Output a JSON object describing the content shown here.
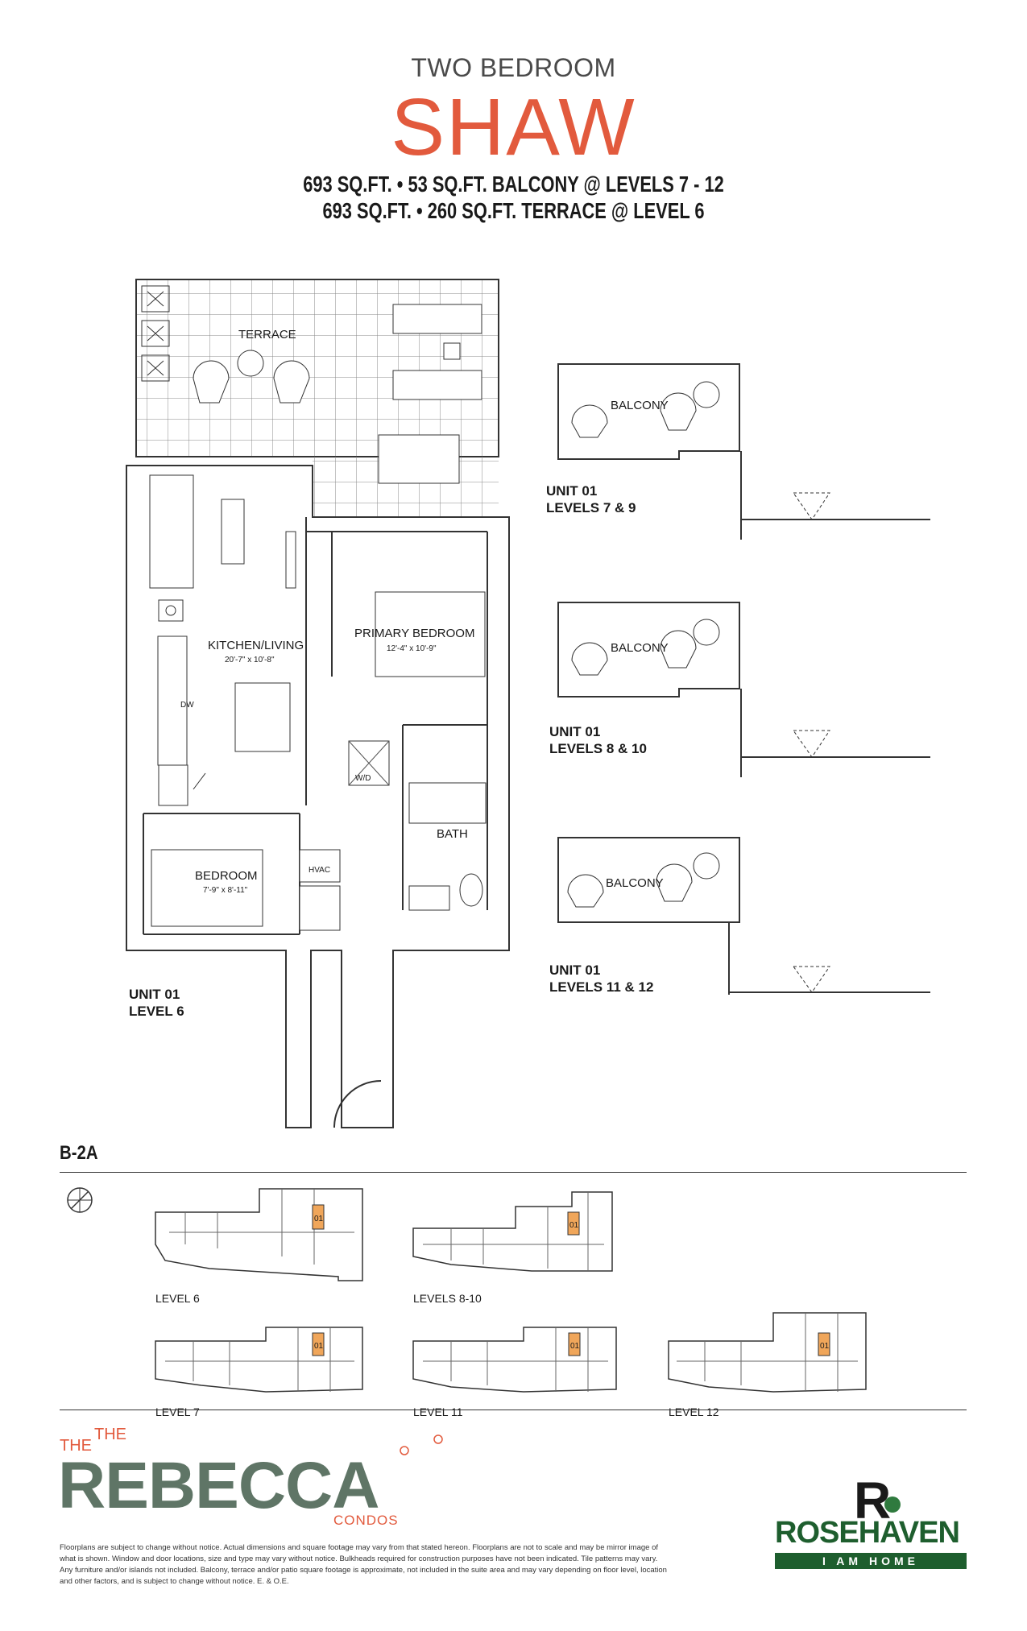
{
  "header": {
    "subtitle": "TWO BEDROOM",
    "title": "SHAW",
    "spec_line_1": "693 SQ.FT. • 53 SQ.FT. BALCONY @ LEVELS 7 - 12",
    "spec_line_2": "693 SQ.FT. • 260 SQ.FT. TERRACE @ LEVEL 6"
  },
  "plan": {
    "terrace": "TERRACE",
    "kitchen_living": "KITCHEN/LIVING",
    "kitchen_living_dim": "20'-7\" x 10'-8\"",
    "primary_bedroom": "PRIMARY BEDROOM",
    "primary_bedroom_dim": "12'-4\" x 10'-9\"",
    "bedroom": "BEDROOM",
    "bedroom_dim": "7'-9\" x 8'-11\"",
    "bath": "BATH",
    "hvac": "HVAC",
    "wd": "W/D",
    "dw": "DW",
    "unit_label": "UNIT 01",
    "unit_level": "LEVEL 6"
  },
  "balconies": [
    {
      "label": "BALCONY",
      "unit": "UNIT 01",
      "levels": "LEVELS 7 & 9"
    },
    {
      "label": "BALCONY",
      "unit": "UNIT 01",
      "levels": "LEVELS 8 & 10"
    },
    {
      "label": "BALCONY",
      "unit": "UNIT 01",
      "levels": "LEVELS 11 & 12"
    }
  ],
  "suite_code": "B-2A",
  "keyplans": [
    {
      "label": "LEVEL 6",
      "unit": "01"
    },
    {
      "label": "LEVELS 8-10",
      "unit": "01"
    },
    {
      "label": "LEVEL 7",
      "unit": "01"
    },
    {
      "label": "LEVEL 11",
      "unit": "01"
    },
    {
      "label": "LEVEL 12",
      "unit": "01"
    }
  ],
  "footer": {
    "the_1": "THE",
    "the_2": "THE",
    "brand": "REBECCA",
    "condos": "CONDOS",
    "disclaimer": "Floorplans are subject to change without notice. Actual dimensions and square footage may vary from that stated hereon. Floorplans are not to scale and may be mirror image of what is shown. Window and door locations, size and type may vary without notice. Bulkheads required for construction purposes have not been indicated. Tile patterns may vary. Any furniture and/or islands not included. Balcony, terrace and/or patio square footage is approximate, not included in the suite area and may vary depending on floor level, location and other factors, and is subject to change without notice. E. & O.E.",
    "developer": "ROSEHAVEN",
    "tagline": "I AM HOME"
  },
  "colors": {
    "accent": "#e25a3d",
    "brand_green": "#5f7566",
    "developer_green": "#1e5e2e",
    "unit_highlight": "#f0a65a"
  }
}
